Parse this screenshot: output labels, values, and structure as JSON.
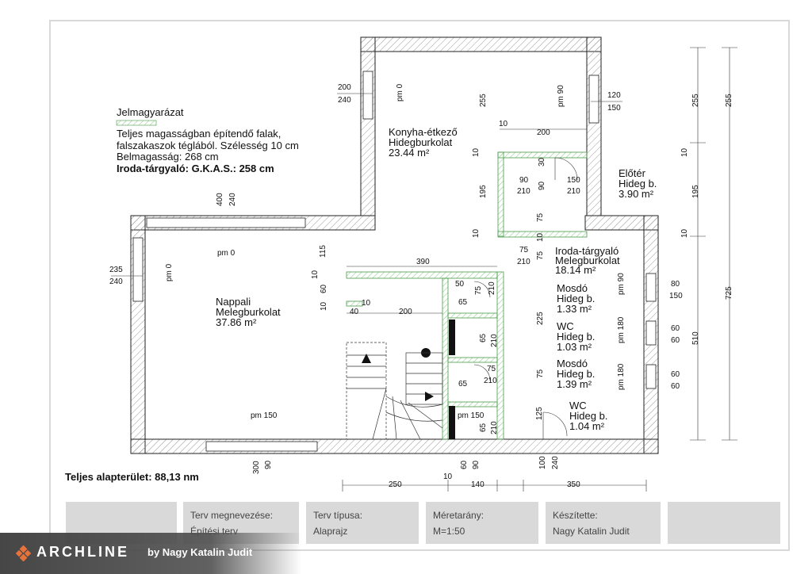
{
  "legend": {
    "title": "Jelmagyarázat",
    "wall_line1": "Teljes magasságban építendő falak,",
    "wall_line2": "falszakaszok téglából. Szélesség 10 cm",
    "room_height": "Belmagasság: 268 cm",
    "office_height": "Iroda-tárgyaló: G.K.A.S.: 258 cm"
  },
  "rooms": {
    "kitchen": {
      "name": "Konyha-étkező",
      "floor": "Hidegburkolat",
      "area": "23.44 m²"
    },
    "hall": {
      "name": "Előtér",
      "floor": "Hideg b.",
      "area": "3.90 m²"
    },
    "office": {
      "name": "Iroda-tárgyaló",
      "floor": "Melegburkolat",
      "area": "18.14 m²"
    },
    "living": {
      "name": "Nappali",
      "floor": "Melegburkolat",
      "area": "37.86 m²"
    },
    "wash1": {
      "name": "Mosdó",
      "floor": "Hideg b.",
      "area": "1.33 m²"
    },
    "wc1": {
      "name": "WC",
      "floor": "Hideg b.",
      "area": "1.03 m²"
    },
    "wash2": {
      "name": "Mosdó",
      "floor": "Hideg b.",
      "area": "1.39 m²"
    },
    "wc2": {
      "name": "WC",
      "floor": "Hideg b.",
      "area": "1.04 m²"
    }
  },
  "total_area": "Teljes alapterület: 88,13 nm",
  "dims": {
    "d200": "200",
    "d240": "240",
    "pm0": "pm 0",
    "d255": "255",
    "pm90": "pm 90",
    "d120": "120",
    "d150": "150",
    "d10": "10",
    "d195": "195",
    "d90": "90",
    "d210": "210",
    "d30": "30",
    "d75": "75",
    "d400": "400",
    "d115": "115",
    "d390": "390",
    "d235": "235",
    "d60": "60",
    "d50": "50",
    "d65": "65",
    "d40": "40",
    "d225": "225",
    "d80": "80",
    "pm180": "pm 180",
    "d510": "510",
    "d725": "725",
    "pm150": "pm 150",
    "d125": "125",
    "d300": "300",
    "d100": "100",
    "d250": "250",
    "d140": "140",
    "d350": "350"
  },
  "titleblock": {
    "name_key": "Terv megnevezése:",
    "name_val": "Építési terv",
    "type_key": "Terv típusa:",
    "type_val": "Alaprajz",
    "scale_key": "Méretarány:",
    "scale_val": "M=1:50",
    "author_key": "Készítette:",
    "author_val": "Nagy Katalin Judit"
  },
  "logo": {
    "brand": "ARCHLINE",
    "by": "by Nagy Katalin Judit",
    "accent": "#e8733a"
  },
  "colors": {
    "wall_hatch": "#9a9a9a",
    "partition": "#8fd18f",
    "line": "#222222",
    "cell": "#d9d9d9"
  }
}
